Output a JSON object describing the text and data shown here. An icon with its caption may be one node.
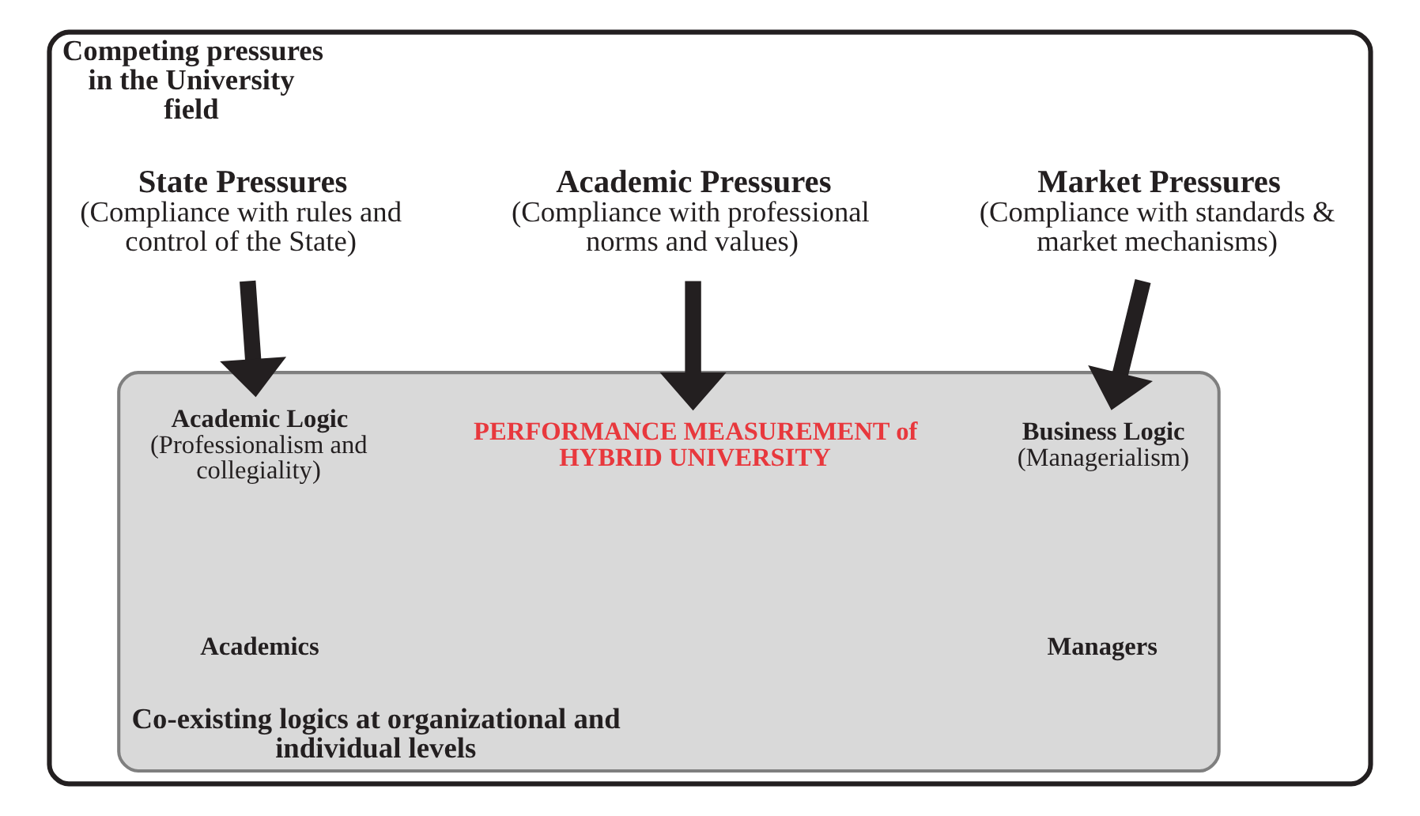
{
  "diagram": {
    "nodes": [
      {
        "text": [
          "Competing pressures in the University field"
        ]
      },
      {
        "text": [
          "State Pressures",
          "(Compliance with rules and control of the State)"
        ],
        "in": 0
      },
      {
        "text": [
          "Academic Pressures",
          "(Compliance with professional norms and values)"
        ],
        "in": 0
      },
      {
        "text": [
          "Market Pressures",
          "(Compliance with standards & market mechanisms)"
        ],
        "in": 0
      },
      {
        "text": [
          "Co-existing logics at organizational and individual levels"
        ],
        "in": 0
      },
      {
        "text": [
          "Academic Logic",
          "(Professionalism and collegiality)"
        ],
        "in": 4
      },
      {
        "text": [
          "PERFORMANCE MEASUREMENT of HYBRID UNIVERSITY"
        ],
        "in": 4
      },
      {
        "text": [
          "Business Logic",
          "(Managerialism)"
        ],
        "in": 4
      },
      {
        "text": [
          "Academics"
        ],
        "in": 4
      },
      {
        "text": [
          "Managers"
        ],
        "in": 4
      }
    ],
    "edges": [
      {
        "from": 1,
        "to": 5,
        "arrow": "to"
      },
      {
        "from": 2,
        "to": 6,
        "arrow": "to"
      },
      {
        "from": 3,
        "to": 7,
        "arrow": "to"
      }
    ]
  }
}
